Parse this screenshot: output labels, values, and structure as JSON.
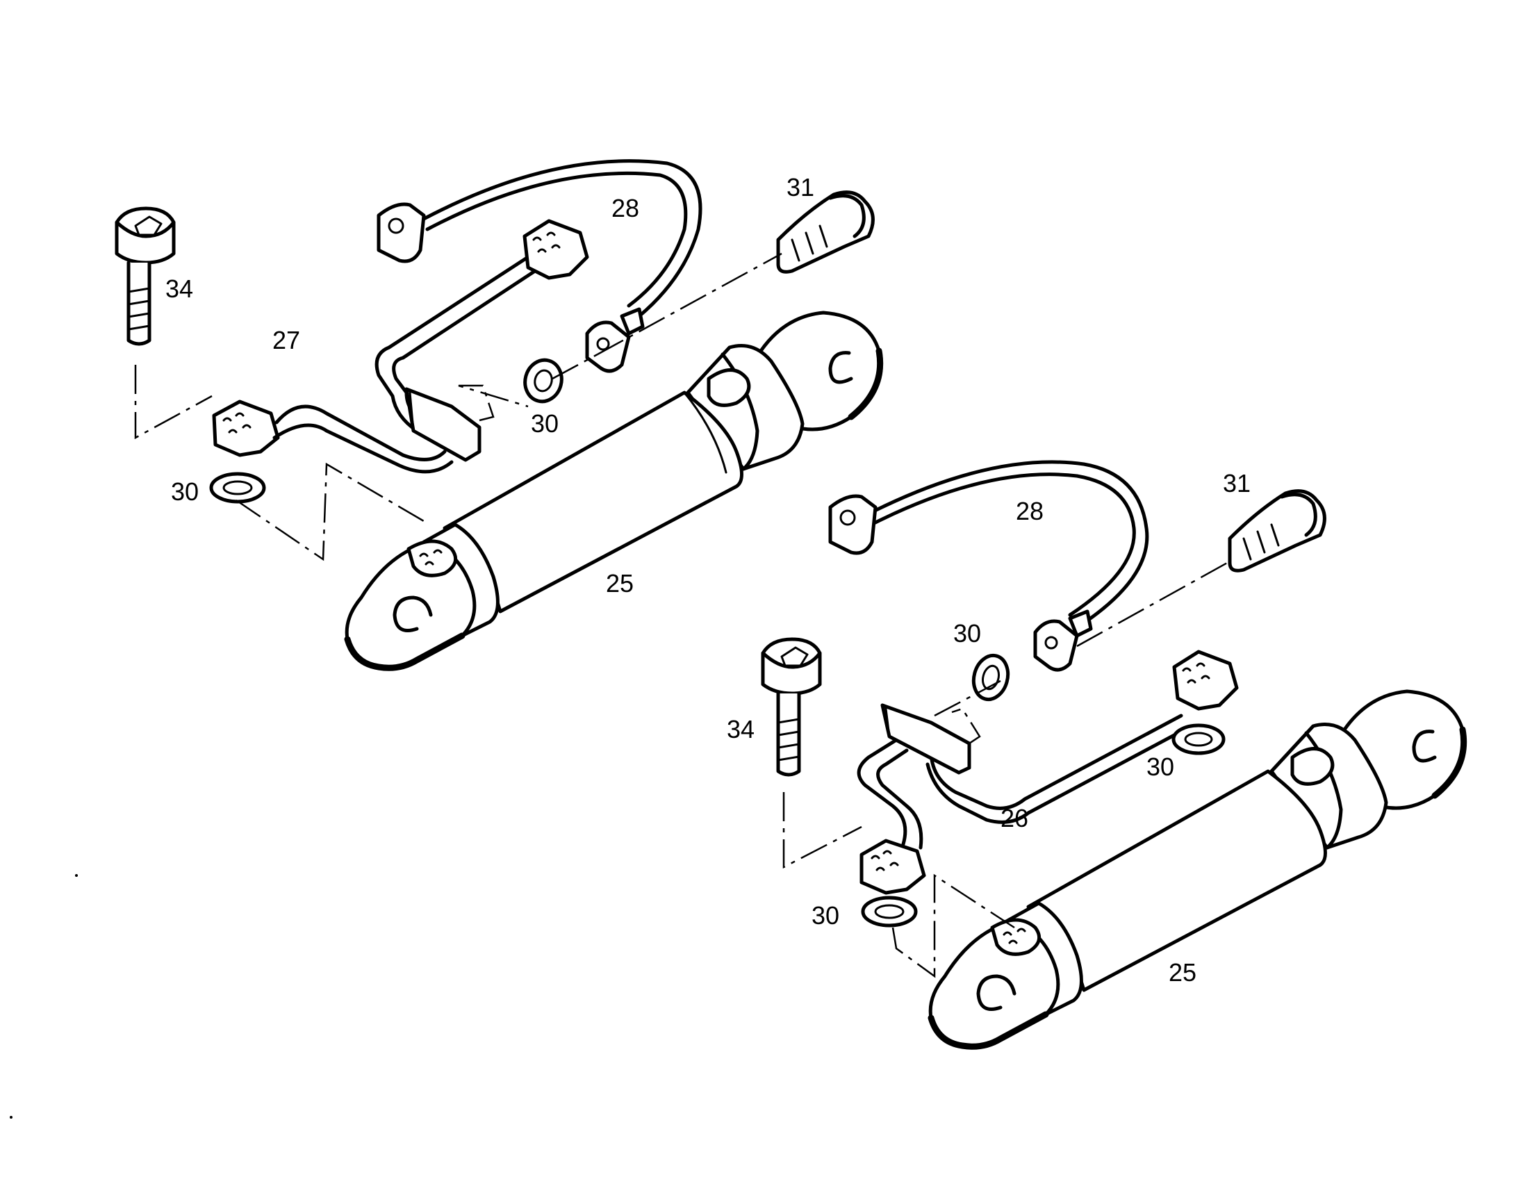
{
  "callouts": {
    "top_34": "34",
    "top_27": "27",
    "top_28": "28",
    "top_31": "31",
    "top_30_ring": "30",
    "top_30_left": "30",
    "top_25": "25",
    "bot_28": "28",
    "bot_31": "31",
    "bot_30_upper": "30",
    "bot_34": "34",
    "bot_30_right": "30",
    "bot_26": "26",
    "bot_30_left": "30",
    "bot_25": "25"
  }
}
